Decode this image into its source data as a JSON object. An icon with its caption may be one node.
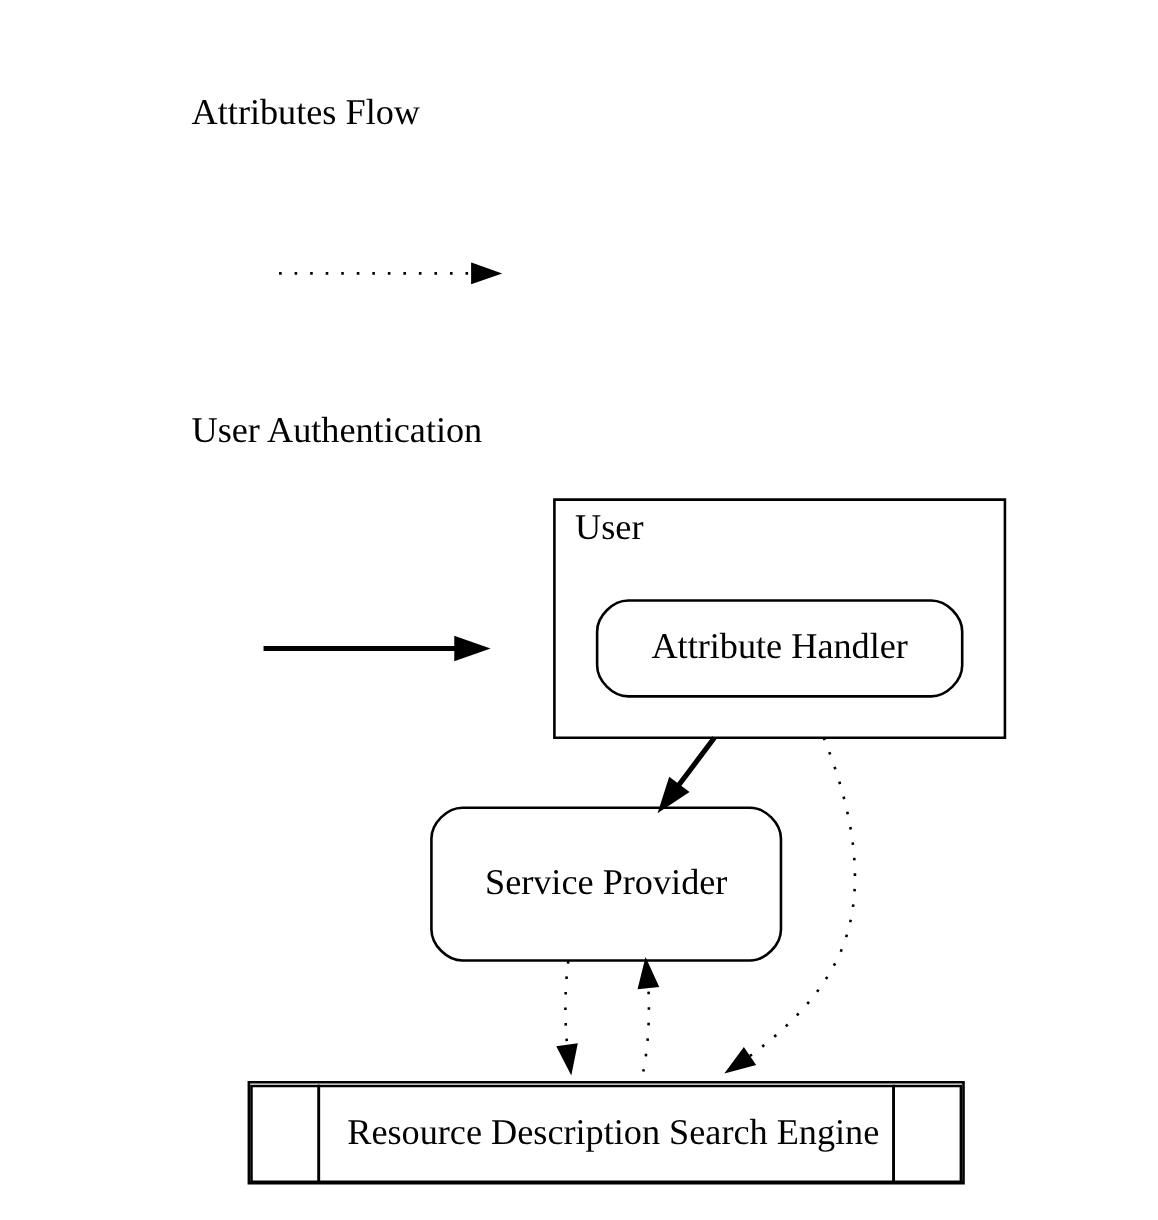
{
  "diagram": {
    "nodes": [
      {
        "text": [
          "User"
        ]
      },
      {
        "text": [
          "Attribute Handler"
        ],
        "in": 0
      },
      {
        "text": [
          "Service Provider"
        ]
      },
      {
        "text": [
          "Resource Description Search Engine"
        ]
      }
    ],
    "edges": [
      {
        "from": 0,
        "to": 2,
        "arrow": "to"
      },
      {
        "from": 0,
        "to": 3,
        "arrow": "to",
        "style": "dashed"
      },
      {
        "from": 2,
        "to": 3,
        "arrow": "to",
        "style": "dashed"
      },
      {
        "from": 3,
        "to": 2,
        "arrow": "to",
        "style": "dashed"
      }
    ],
    "legend": [
      {
        "text": "Attributes Flow"
      },
      {
        "text": "User Authentication"
      }
    ]
  }
}
